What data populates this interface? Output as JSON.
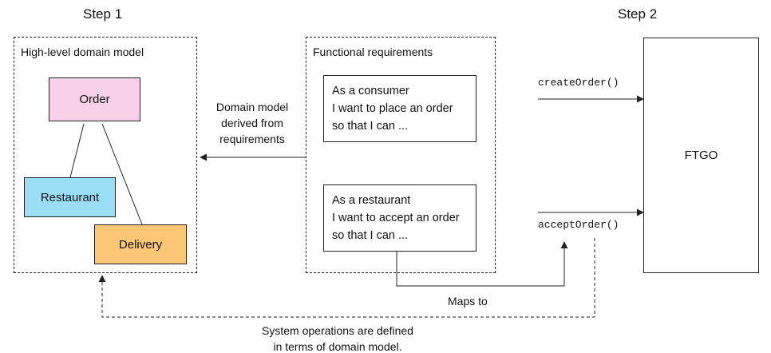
{
  "steps": {
    "step1": "Step 1",
    "step2": "Step 2"
  },
  "domain_model": {
    "title": "High-level domain model",
    "entities": {
      "order": {
        "label": "Order",
        "color": "#F8D0E8"
      },
      "restaurant": {
        "label": "Restaurant",
        "color": "#99DDF7"
      },
      "delivery": {
        "label": "Delivery",
        "color": "#FDC776"
      }
    }
  },
  "functional_requirements": {
    "title": "Functional requirements",
    "consumer_story": {
      "line1": "As a consumer",
      "line2": "I want to place an order",
      "line3": "so that I can ..."
    },
    "restaurant_story": {
      "line1": "As a restaurant",
      "line2": "I want to accept an order",
      "line3": "so that I can ..."
    }
  },
  "annotations": {
    "derived": {
      "line1": "Domain model",
      "line2": "derived from",
      "line3": "requirements"
    },
    "maps_to": "Maps to",
    "system_ops": {
      "line1": "System operations are defined",
      "line2": "in terms of domain model."
    }
  },
  "operations": {
    "create": "createOrder()",
    "accept": "acceptOrder()"
  },
  "system": {
    "label": "FTGO"
  }
}
